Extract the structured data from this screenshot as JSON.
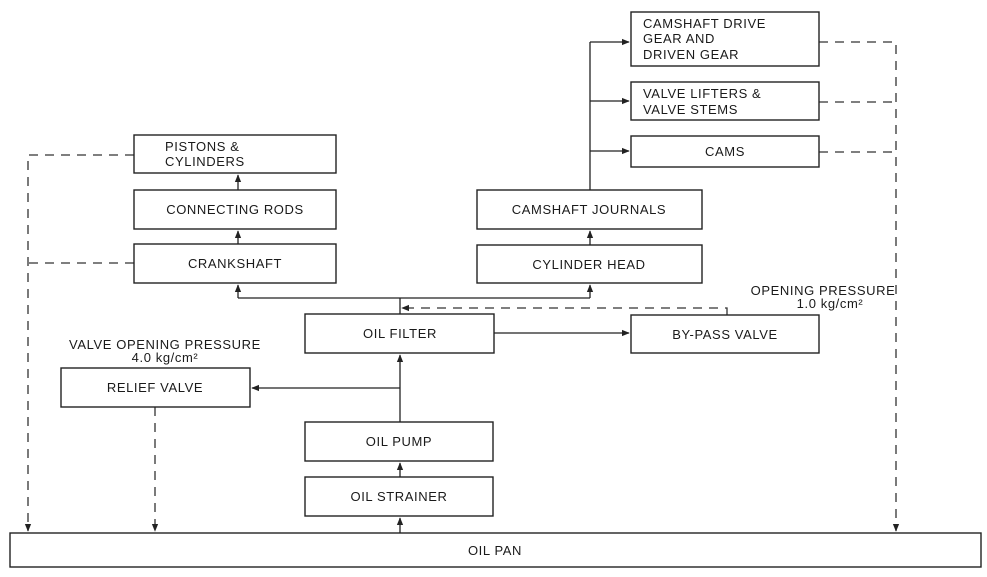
{
  "diagram": {
    "boxes": {
      "pistons": [
        "PISTONS &",
        "CYLINDERS"
      ],
      "connecting_rods": "CONNECTING RODS",
      "crankshaft": "CRANKSHAFT",
      "camshaft_drive": [
        "CAMSHAFT DRIVE",
        "GEAR AND",
        "DRIVEN GEAR"
      ],
      "valve_lifters": [
        "VALVE LIFTERS &",
        "VALVE STEMS"
      ],
      "cams": "CAMS",
      "camshaft_journals": "CAMSHAFT JOURNALS",
      "cylinder_head": "CYLINDER HEAD",
      "oil_filter": "OIL FILTER",
      "bypass_valve": "BY-PASS VALVE",
      "relief_valve": "RELIEF VALVE",
      "oil_pump": "OIL PUMP",
      "oil_strainer": "OIL STRAINER",
      "oil_pan": "OIL PAN"
    },
    "annotations": {
      "relief_label": "VALVE OPENING PRESSURE",
      "relief_value": "4.0 kg/cm²",
      "bypass_label": "OPENING PRESSURE",
      "bypass_value": "1.0 kg/cm²"
    }
  }
}
